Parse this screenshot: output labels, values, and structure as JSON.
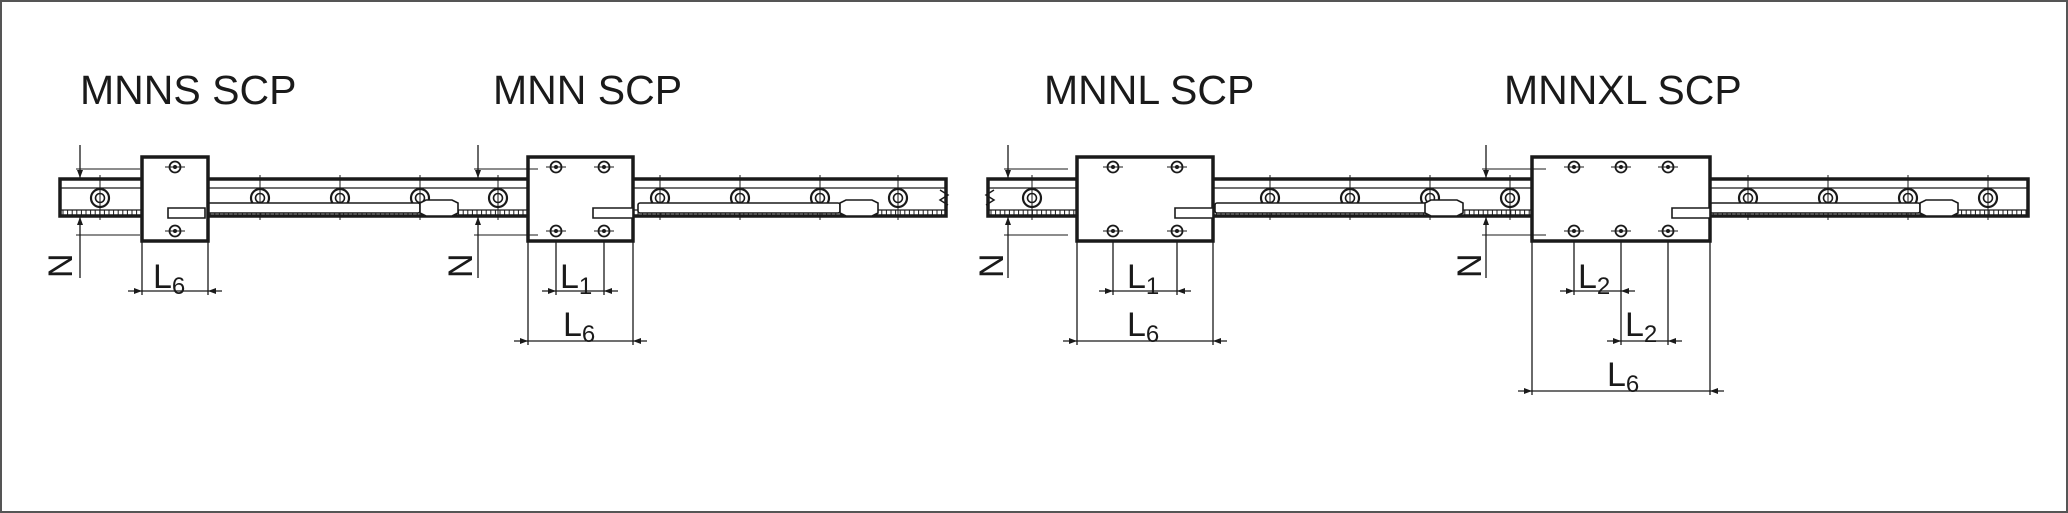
{
  "models": [
    {
      "title": "MNNS SCP",
      "dims": [
        {
          "main": "L",
          "sub": "6"
        }
      ],
      "side": "N"
    },
    {
      "title": "MNN SCP",
      "dims": [
        {
          "main": "L",
          "sub": "1"
        },
        {
          "main": "L",
          "sub": "6"
        }
      ],
      "side": "N"
    },
    {
      "title": "MNNL SCP",
      "dims": [
        {
          "main": "L",
          "sub": "1"
        },
        {
          "main": "L",
          "sub": "6"
        }
      ],
      "side": "N"
    },
    {
      "title": "MNNXL SCP",
      "dims": [
        {
          "main": "L",
          "sub": "2"
        },
        {
          "main": "L",
          "sub": "2"
        },
        {
          "main": "L",
          "sub": "6"
        }
      ],
      "side": "N"
    }
  ],
  "colors": {
    "line": "#1a1a1a",
    "background": "#ffffff",
    "frame": "#555555"
  }
}
